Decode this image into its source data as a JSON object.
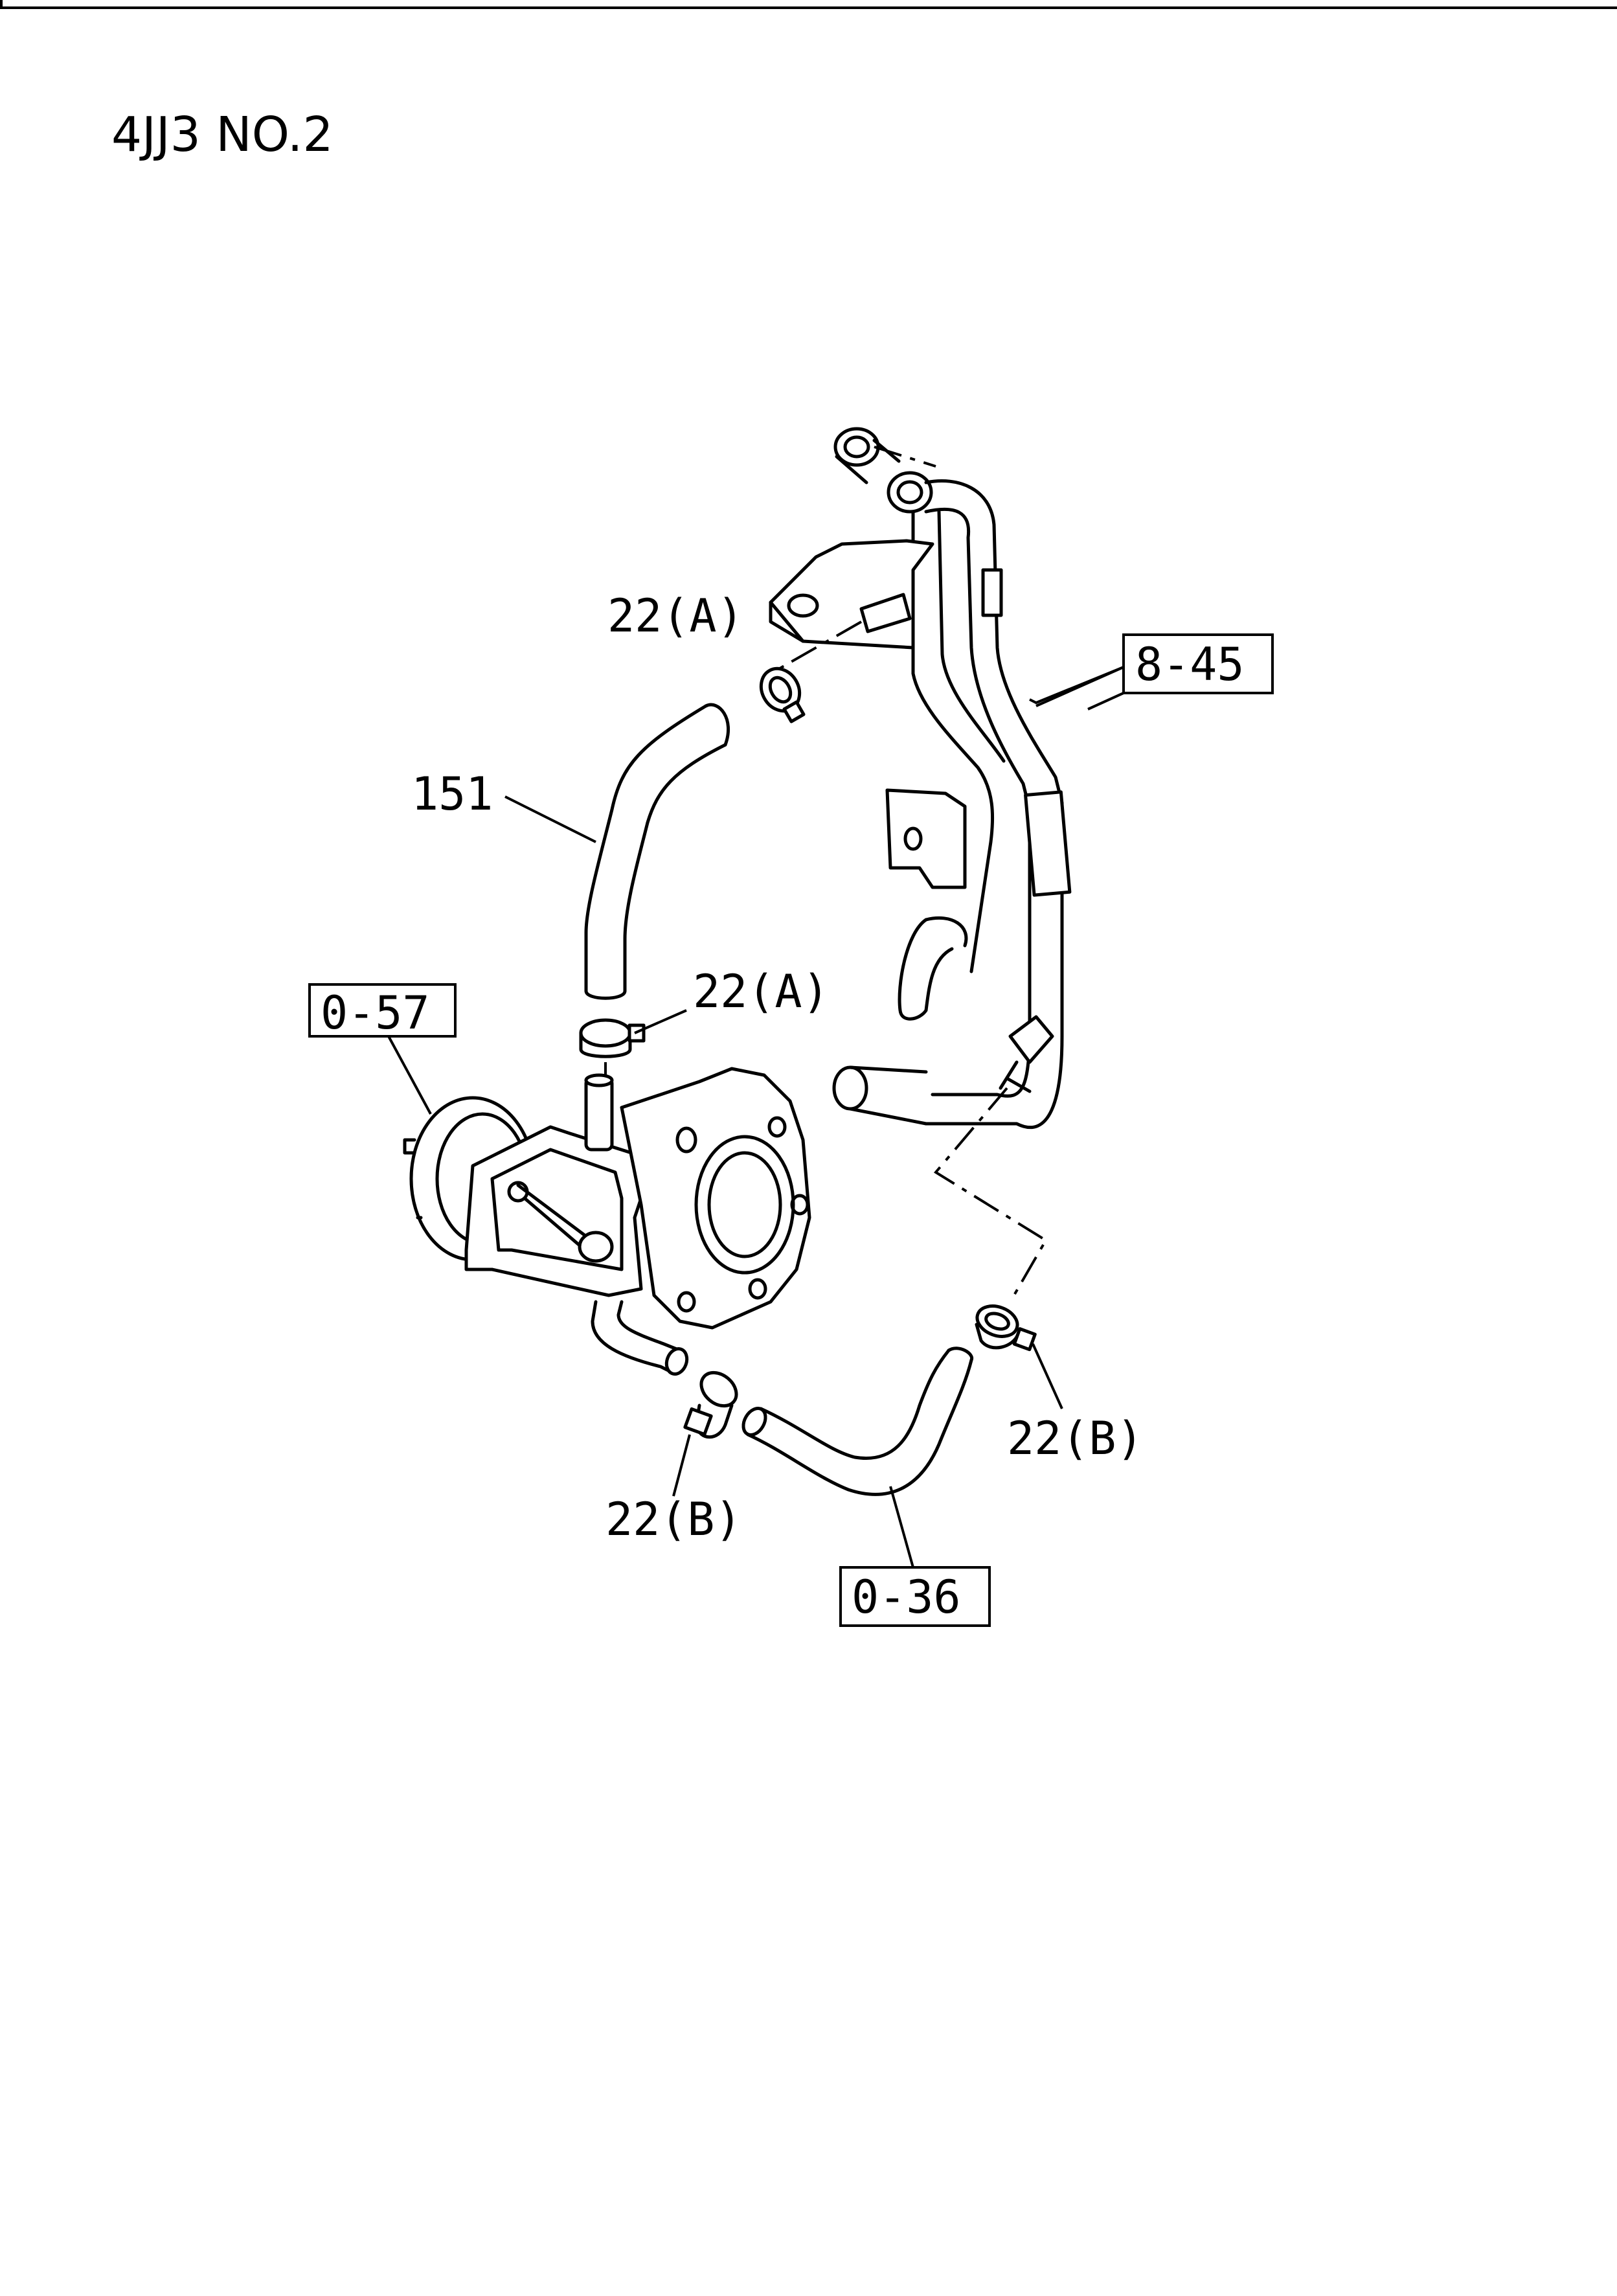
{
  "title": "4JJ3 NO.2",
  "callouts": {
    "clamp_a_upper": "22(A)",
    "clamp_a_lower": "22(A)",
    "hose_151": "151",
    "ref_pipe": "8-45",
    "ref_egr_valve": "0-57",
    "clamp_b_right": "22(B)",
    "clamp_b_left": "22(B)",
    "ref_hose_lower": "0-36"
  }
}
